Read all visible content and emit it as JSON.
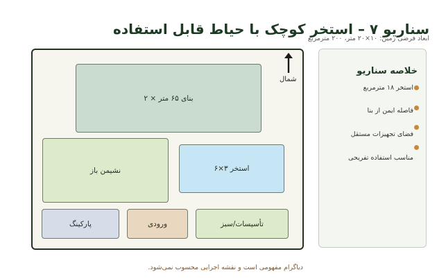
{
  "header": {
    "title": "سناریو ۷ – استخر کوچک با حیاط قابل استفاده",
    "subtitle": "ابعاد فرضی زمین: ۱۰×۲۰ متر، ۲۰۰ مترمربع"
  },
  "site": {
    "north_label": "شمال",
    "zones": {
      "building": "بنای ۶۵ متر × ۲",
      "patio": "نشیمن باز",
      "pool": "استخر ۳×۶",
      "parking": "پارکینگ",
      "entry": "ورودی",
      "green": "تأسیسات/سبز"
    }
  },
  "summary": {
    "title": "خلاصه سناریو",
    "items": [
      "استخر ۱۸ مترمربع",
      "فاصله ایمن از بنا",
      "فضای تجهیزات مستقل",
      "مناسب استفاده تفریحی"
    ]
  },
  "footnote": "دیاگرام مفهومی است و نقشه اجرایی محسوب نمی‌شود.",
  "colors": {
    "building": "#c9dccf",
    "patio": "#dcebc9",
    "pool": "#c6e6f5",
    "parking": "#d6dde8",
    "entry": "#ead7bf",
    "green": "#dcebc9",
    "bullet": "#c8893f",
    "frame": "#223322"
  },
  "icons": {
    "north": "north-arrow-icon",
    "bullet": "dot-icon"
  }
}
